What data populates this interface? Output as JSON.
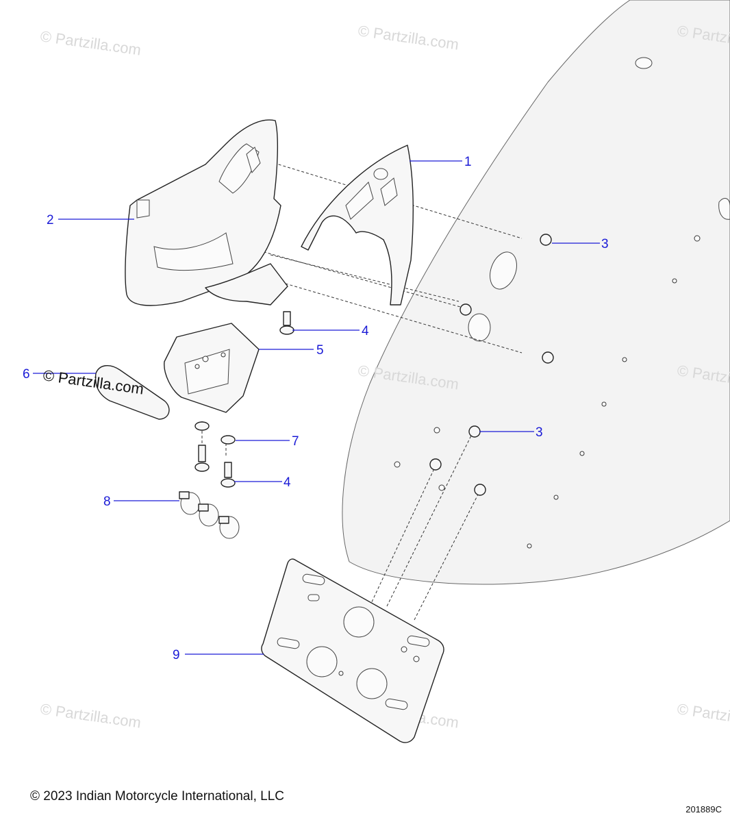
{
  "watermark_text": "© Partzilla.com",
  "callouts": [
    {
      "id": "callout-1",
      "label": "1"
    },
    {
      "id": "callout-2",
      "label": "2"
    },
    {
      "id": "callout-3a",
      "label": "3"
    },
    {
      "id": "callout-3b",
      "label": "3"
    },
    {
      "id": "callout-4a",
      "label": "4"
    },
    {
      "id": "callout-4b",
      "label": "4"
    },
    {
      "id": "callout-5",
      "label": "5"
    },
    {
      "id": "callout-6",
      "label": "6"
    },
    {
      "id": "callout-7",
      "label": "7"
    },
    {
      "id": "callout-8",
      "label": "8"
    },
    {
      "id": "callout-9",
      "label": "9"
    }
  ],
  "copyright": "© 2023 Indian Motorcycle International, LLC",
  "drawing_number": "201889C",
  "colors": {
    "callout": "#1a1ad6",
    "line": "#222222",
    "watermark": "#d8d8d8"
  }
}
